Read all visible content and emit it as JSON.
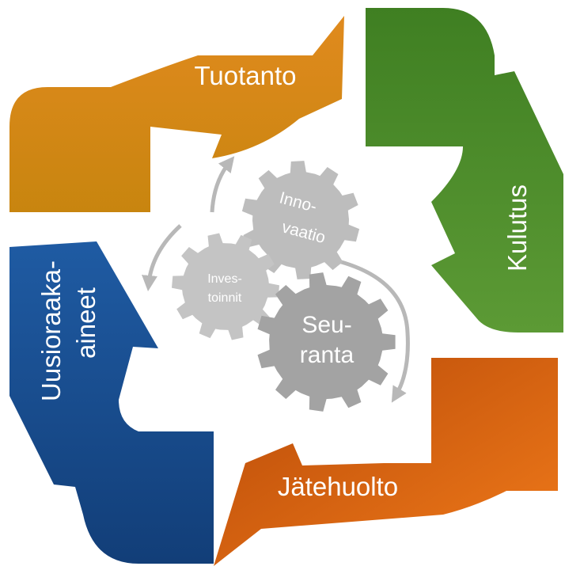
{
  "cycle": {
    "tuotanto": {
      "label": "Tuotanto",
      "color": "#d49a1a"
    },
    "kulutus": {
      "label": "Kulutus",
      "color": "#4b8a2a"
    },
    "jatehuolto": {
      "label": "Jätehuolto",
      "color": "#e0620f"
    },
    "uusioraaka": {
      "line1": "Uusioraaka-",
      "line2": "aineet",
      "color": "#1a4f94"
    }
  },
  "gears": {
    "innovaatio": {
      "line1": "Inno-",
      "line2": "vaatio",
      "color": "#bdbdbd"
    },
    "investoinnit": {
      "line1": "Inves-",
      "line2": "toinnit",
      "color": "#c4c4c4"
    },
    "seuranta": {
      "line1": "Seu-",
      "line2": "ranta",
      "color": "#a3a3a3"
    }
  }
}
